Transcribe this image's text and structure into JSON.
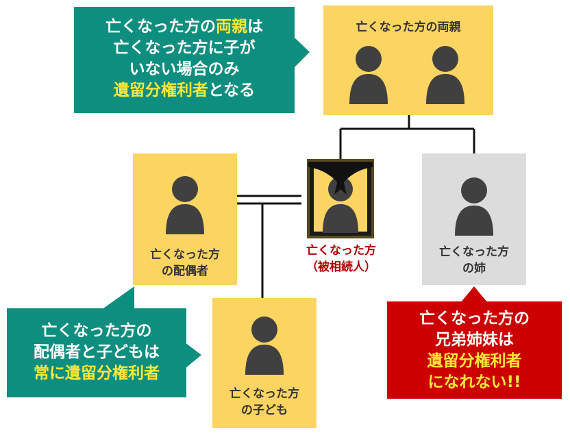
{
  "parents_callout": {
    "line1_pre": "亡くなった方の",
    "line1_hl": "両親",
    "line1_post": "は",
    "line2": "亡くなった方に子が",
    "line3": "いない場合のみ",
    "line4_hl": "遺留分権利者",
    "line4_post": "となる"
  },
  "parents_box": {
    "label": "亡くなった方の両親"
  },
  "spouse_box": {
    "line1": "亡くなった方",
    "line2": "の配偶者"
  },
  "deceased": {
    "line1": "亡くなった方",
    "line2": "（被相続人）"
  },
  "sister_box": {
    "line1": "亡くなった方",
    "line2": "の姉"
  },
  "child_box": {
    "line1": "亡くなった方",
    "line2": "の子ども"
  },
  "spouse_child_callout": {
    "line1": "亡くなった方の",
    "line2": "配偶者と子どもは",
    "line3_hl": "常に遺留分権利者"
  },
  "siblings_callout": {
    "line1": "亡くなった方の",
    "line2": "兄弟姉妹は",
    "line3_hl": "遺留分権利者",
    "line4_hl": "になれない!!"
  },
  "colors": {
    "yellow": "#fcd462",
    "gray": "#dcdcdc",
    "teal": "#0e8e7e",
    "red": "#cc0000",
    "highlight": "#ffe839",
    "person": "#404040"
  }
}
